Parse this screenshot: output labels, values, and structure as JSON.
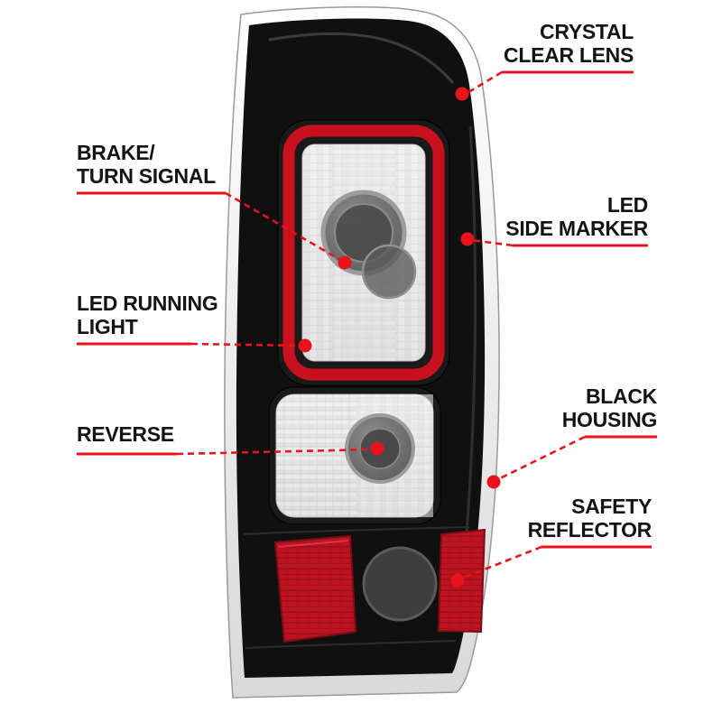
{
  "page": {
    "background": "#ffffff",
    "description": "Annotated product diagram of an LED tail light assembly with black housing"
  },
  "colors": {
    "accent_red": "#e8131c",
    "label_text": "#141414",
    "housing_black": "#101010",
    "reflector_red": "#bf1322",
    "chrome": "#ededed"
  },
  "product": {
    "name": "led-tail-light-assembly"
  },
  "callouts": [
    {
      "id": "crystal-clear-lens",
      "label": "CRYSTAL\nCLEAR LENS",
      "side": "right"
    },
    {
      "id": "brake-turn-signal",
      "label": "BRAKE/\nTURN SIGNAL",
      "side": "left"
    },
    {
      "id": "led-side-marker",
      "label": "LED\nSIDE MARKER",
      "side": "right"
    },
    {
      "id": "led-running-light",
      "label": "LED RUNNING\nLIGHT",
      "side": "left"
    },
    {
      "id": "black-housing",
      "label": "BLACK\nHOUSING",
      "side": "right"
    },
    {
      "id": "reverse",
      "label": "REVERSE",
      "side": "left"
    },
    {
      "id": "safety-reflector",
      "label": "SAFETY\nREFLECTOR",
      "side": "right"
    }
  ]
}
